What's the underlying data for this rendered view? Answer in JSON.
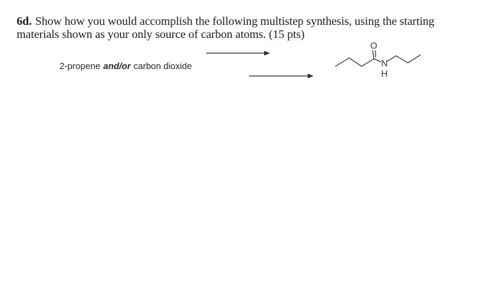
{
  "question": {
    "number": "6d.",
    "line1": "Show how you would accomplish the following multistep synthesis, using the starting",
    "line2": "materials shown as your only source of carbon atoms. (15 pts)"
  },
  "reaction": {
    "starting_material": {
      "prefix": "2-propene",
      "conjunction": "and/or",
      "suffix": "carbon dioxide"
    },
    "arrows": {
      "count": 2,
      "direction": "right"
    },
    "product": {
      "name": "n-propylbutanamide-skeletal-structure",
      "atom_labels": {
        "oxygen": "O",
        "nitrogen": "N",
        "hydrogen": "H"
      }
    }
  },
  "colors": {
    "background": "#ffffff",
    "text": "#1c1c1c",
    "structure_stroke": "#3d3d3d",
    "arrow_stroke": "#2e2e2e"
  }
}
